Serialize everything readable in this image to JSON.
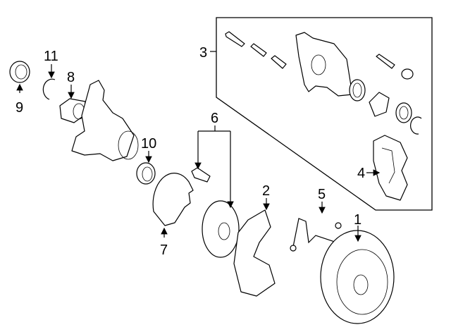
{
  "diagram": {
    "title": "Front brake and hub components",
    "callouts": [
      {
        "id": "1",
        "label": "1",
        "part": "brake-rotor"
      },
      {
        "id": "2",
        "label": "2",
        "part": "splash-shield"
      },
      {
        "id": "3",
        "label": "3",
        "part": "caliper-assembly"
      },
      {
        "id": "4",
        "label": "4",
        "part": "caliper-support"
      },
      {
        "id": "5",
        "label": "5",
        "part": "brake-hose"
      },
      {
        "id": "6",
        "label": "6",
        "part": "hub-and-bolt"
      },
      {
        "id": "7",
        "label": "7",
        "part": "abs-sensor-ring"
      },
      {
        "id": "8",
        "label": "8",
        "part": "wheel-bearing"
      },
      {
        "id": "9",
        "label": "9",
        "part": "dust-seal"
      },
      {
        "id": "10",
        "label": "10",
        "part": "inner-seal"
      },
      {
        "id": "11",
        "label": "11",
        "part": "snap-ring"
      }
    ]
  }
}
